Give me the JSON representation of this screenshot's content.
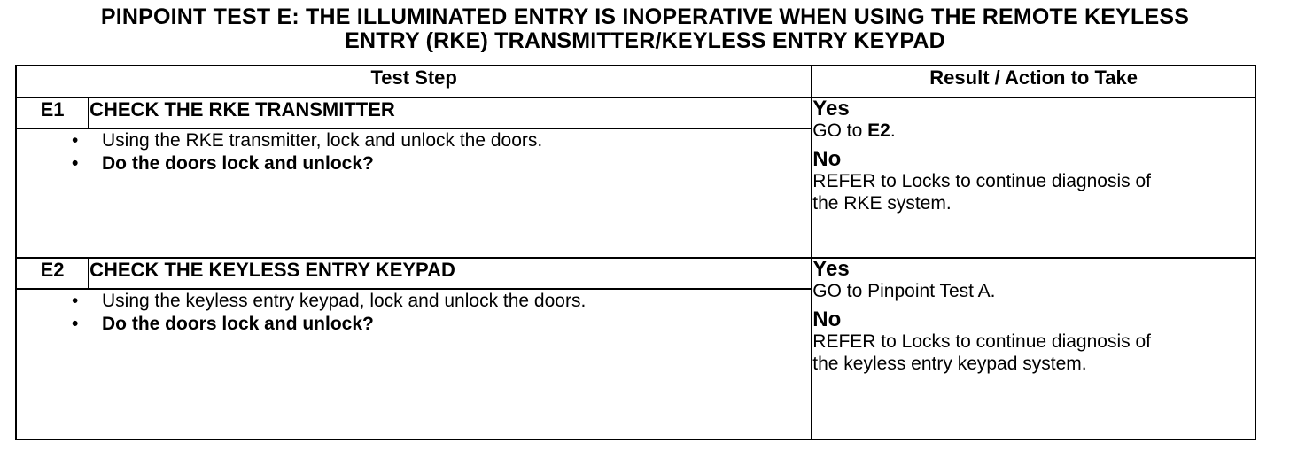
{
  "title": {
    "line1": "PINPOINT TEST  E: THE ILLUMINATED ENTRY IS INOPERATIVE WHEN USING THE REMOTE KEYLESS",
    "line2": "ENTRY (RKE) TRANSMITTER/KEYLESS ENTRY KEYPAD"
  },
  "table": {
    "headers": {
      "test_step": "Test Step",
      "result": "Result / Action to Take"
    },
    "steps": [
      {
        "id": "E1",
        "title": "CHECK THE RKE TRANSMITTER",
        "instruction": "Using the RKE transmitter, lock and unlock the doors.",
        "question": "Do the doors lock and unlock?",
        "yes_label": "Yes",
        "yes_text_prefix": "GO to ",
        "yes_text_target": "E2",
        "yes_text_suffix": ".",
        "no_label": "No",
        "no_text_line1": "REFER to Locks to continue diagnosis of",
        "no_text_line2": "the RKE system."
      },
      {
        "id": "E2",
        "title": "CHECK THE KEYLESS ENTRY KEYPAD",
        "instruction": "Using the keyless entry keypad, lock and unlock the doors.",
        "question": "Do the doors lock and unlock?",
        "yes_label": "Yes",
        "yes_text": "GO to Pinpoint Test A.",
        "no_label": "No",
        "no_text_line1": "REFER to Locks to continue diagnosis of",
        "no_text_line2": "the keyless entry keypad system."
      }
    ],
    "bullet_glyph": "•"
  }
}
